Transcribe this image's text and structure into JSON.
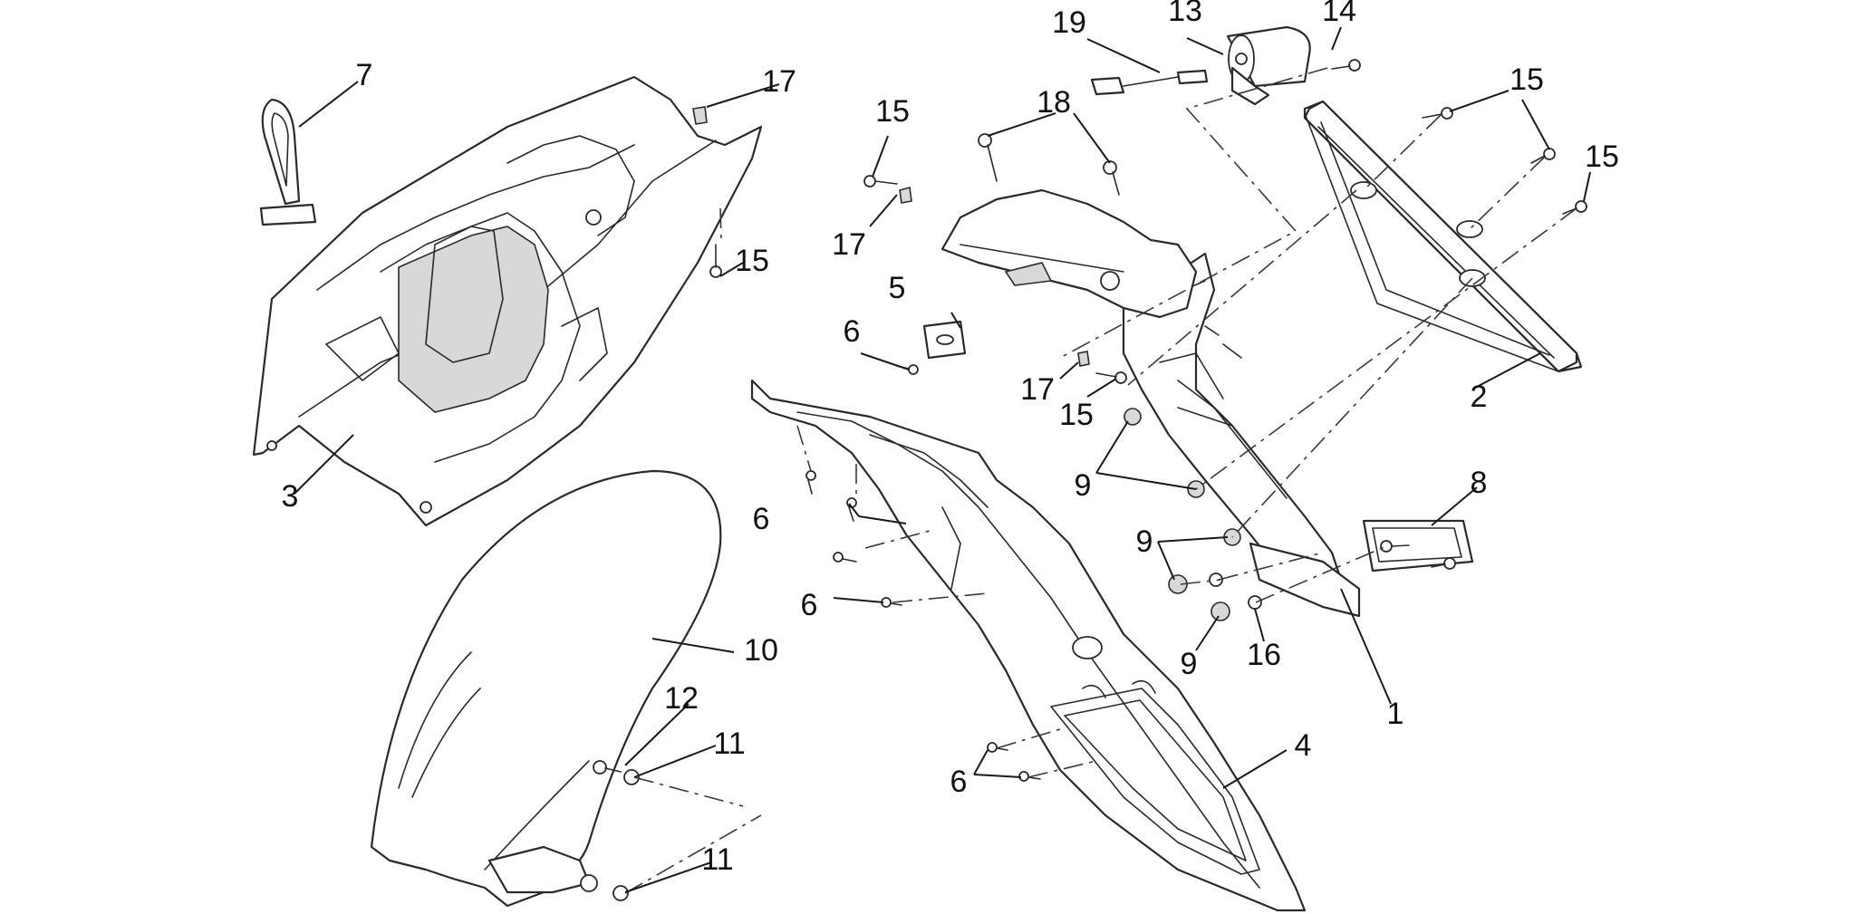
{
  "callouts": {
    "c1": "1",
    "c2": "2",
    "c3": "3",
    "c4": "4",
    "c5": "5",
    "c6a": "6",
    "c6b": "6",
    "c6c": "6",
    "c6d": "6",
    "c7": "7",
    "c8": "8",
    "c9a": "9",
    "c9b": "9",
    "c9c": "9",
    "c10": "10",
    "c11a": "11",
    "c11b": "11",
    "c12": "12",
    "c13": "13",
    "c14": "14",
    "c15a": "15",
    "c15b": "15",
    "c15c": "15",
    "c15d": "15",
    "c15e": "15",
    "c16": "16",
    "c17a": "17",
    "c17b": "17",
    "c17c": "17",
    "c18": "18",
    "c19": "19"
  },
  "colors": {
    "line": "#2a2a2a",
    "background": "#ffffff"
  }
}
